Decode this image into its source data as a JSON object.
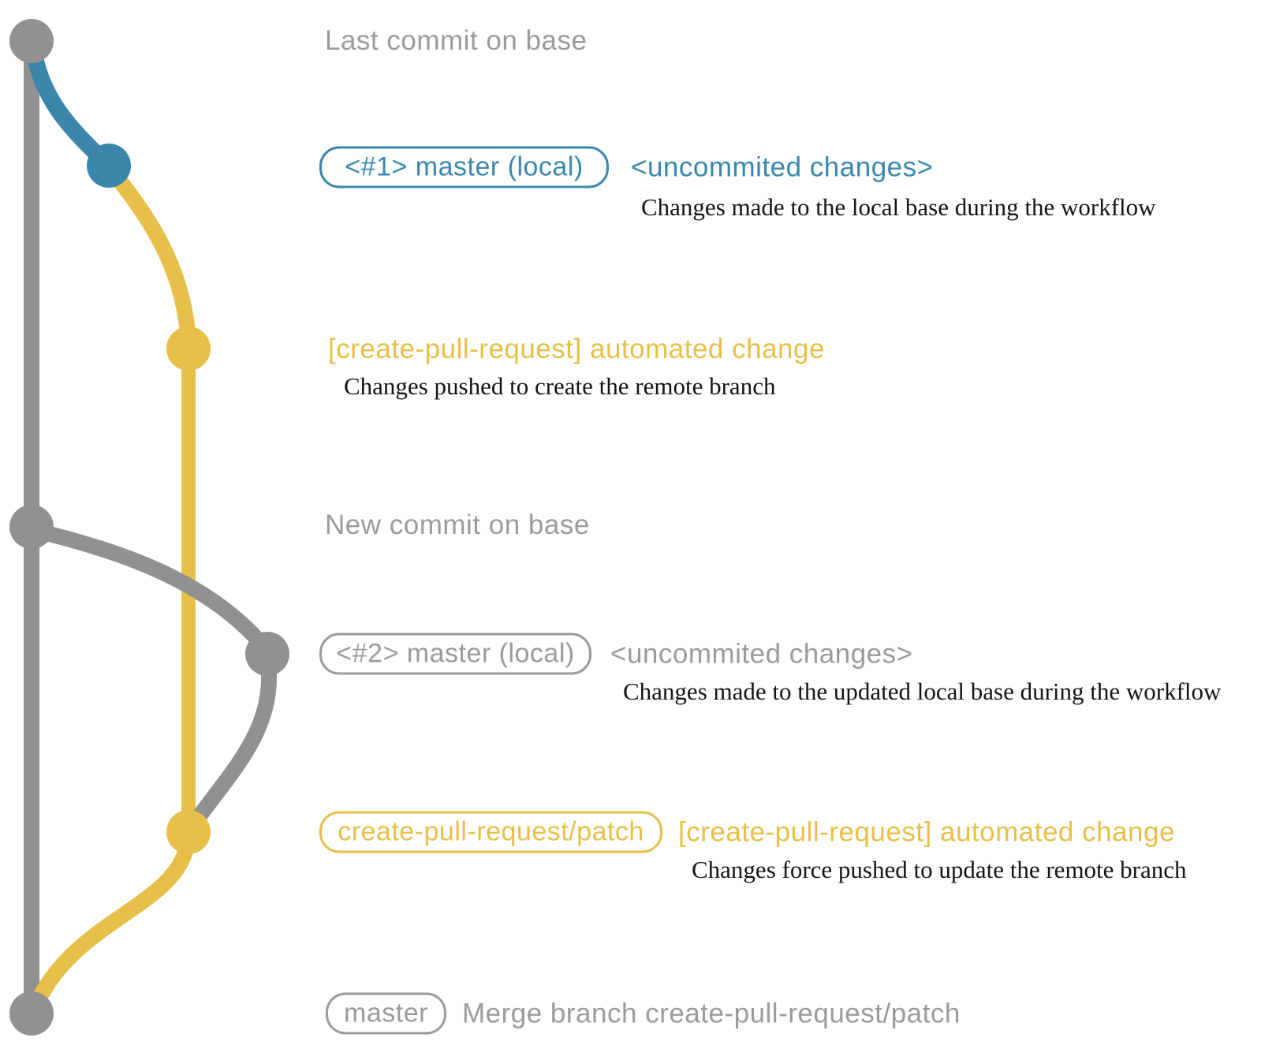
{
  "colors": {
    "background": "#ffffff",
    "graph_gray": "#919191",
    "text_gray": "#9b9b9b",
    "blue": "#3b87ac",
    "yellow": "#e7c04a",
    "desc_text": "#141414"
  },
  "annotations": {
    "last_commit": {
      "label": "Last commit on base"
    },
    "local1": {
      "badge": "<#1> master (local)",
      "title": "<uncommited changes>",
      "desc": "Changes made to the local base during the workflow"
    },
    "push1": {
      "title": "[create-pull-request] automated change",
      "desc": "Changes pushed to create the remote branch"
    },
    "new_commit": {
      "label": "New commit on base"
    },
    "local2": {
      "badge": "<#2> master (local)",
      "title": "<uncommited changes>",
      "desc": "Changes made to the updated local base during the workflow"
    },
    "push2": {
      "badge": "create-pull-request/patch",
      "title": "[create-pull-request] automated change",
      "desc": "Changes force pushed to update the remote branch"
    },
    "merge": {
      "badge": "master",
      "title": "Merge branch create-pull-request/patch"
    }
  }
}
